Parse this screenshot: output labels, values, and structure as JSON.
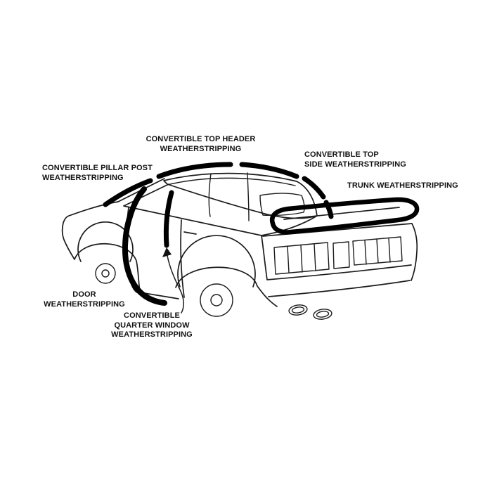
{
  "diagram": {
    "background": "#ffffff",
    "colors": {
      "line": "#1b1b1b",
      "weatherstrip": "#000000",
      "convertible_top_fill": "#c9c9c9",
      "label_text": "#111111"
    },
    "labels": {
      "top_header": "CONVERTIBLE TOP HEADER\nWEATHERSTRIPPING",
      "top_side": "CONVERTIBLE TOP\nSIDE WEATHERSTRIPPING",
      "pillar_post": "CONVERTIBLE PILLAR POST\nWEATHERSTRIPPING",
      "trunk": "TRUNK WEATHERSTRIPPING",
      "door": "DOOR\nWEATHERSTRIPPING",
      "quarter_window": "CONVERTIBLE\nQUARTER WINDOW\nWEATHERSTRIPPING"
    }
  }
}
